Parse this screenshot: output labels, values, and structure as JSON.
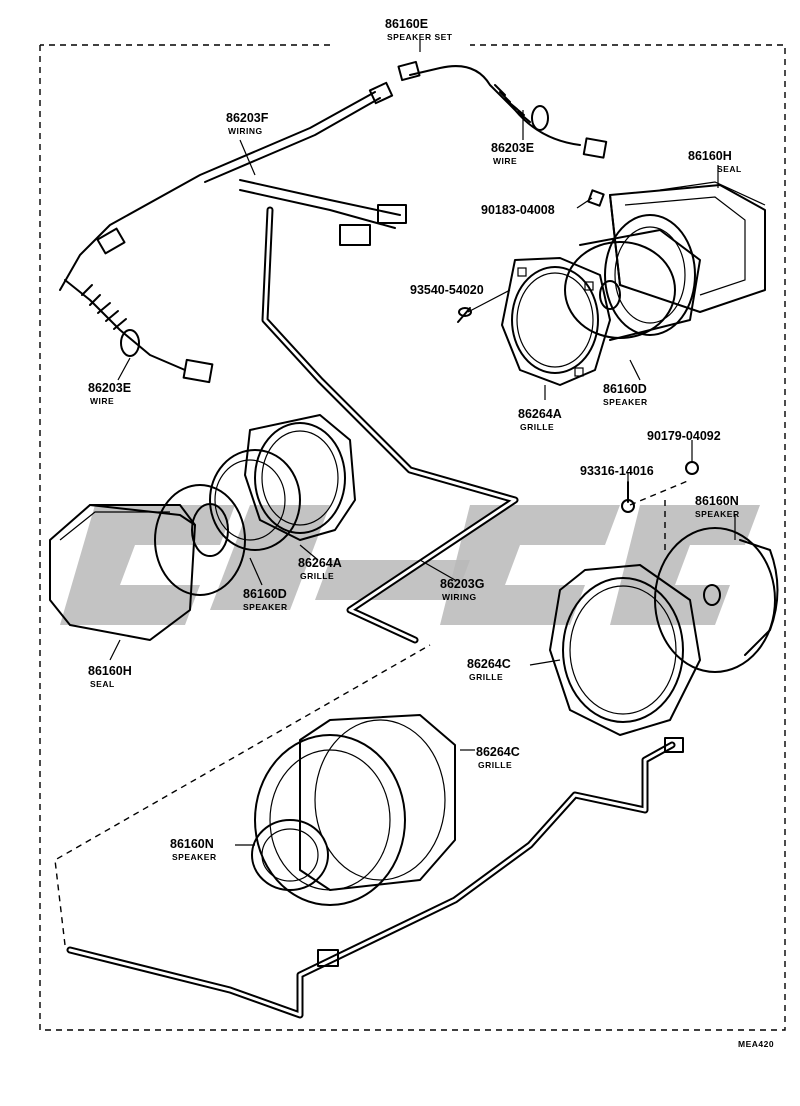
{
  "parts": {
    "speaker_set": {
      "number": "86160E",
      "name": "SPEAKER SET"
    },
    "wiring_f": {
      "number": "86203F",
      "name": "WIRING"
    },
    "wire_e_top": {
      "number": "86203E",
      "name": "WIRE"
    },
    "wire_e_left": {
      "number": "86203E",
      "name": "WIRE"
    },
    "seal_right": {
      "number": "86160H",
      "name": "SEAL"
    },
    "nut_90183": {
      "number": "90183-04008"
    },
    "screw_93540": {
      "number": "93540-54020"
    },
    "speaker_d_right": {
      "number": "86160D",
      "name": "SPEAKER"
    },
    "grille_a_right": {
      "number": "86264A",
      "name": "GRILLE"
    },
    "nut_90179": {
      "number": "90179-04092"
    },
    "bolt_93316": {
      "number": "93316-14016"
    },
    "speaker_n_right": {
      "number": "86160N",
      "name": "SPEAKER"
    },
    "grille_a_left": {
      "number": "86264A",
      "name": "GRILLE"
    },
    "speaker_d_left": {
      "number": "86160D",
      "name": "SPEAKER"
    },
    "wiring_g": {
      "number": "86203G",
      "name": "WIRING"
    },
    "seal_left": {
      "number": "86160H",
      "name": "SEAL"
    },
    "grille_c_right": {
      "number": "86264C",
      "name": "GRILLE"
    },
    "grille_c_bottom": {
      "number": "86264C",
      "name": "GRILLE"
    },
    "speaker_n_bottom": {
      "number": "86160N",
      "name": "SPEAKER"
    }
  },
  "diagram_code": "MEA420"
}
